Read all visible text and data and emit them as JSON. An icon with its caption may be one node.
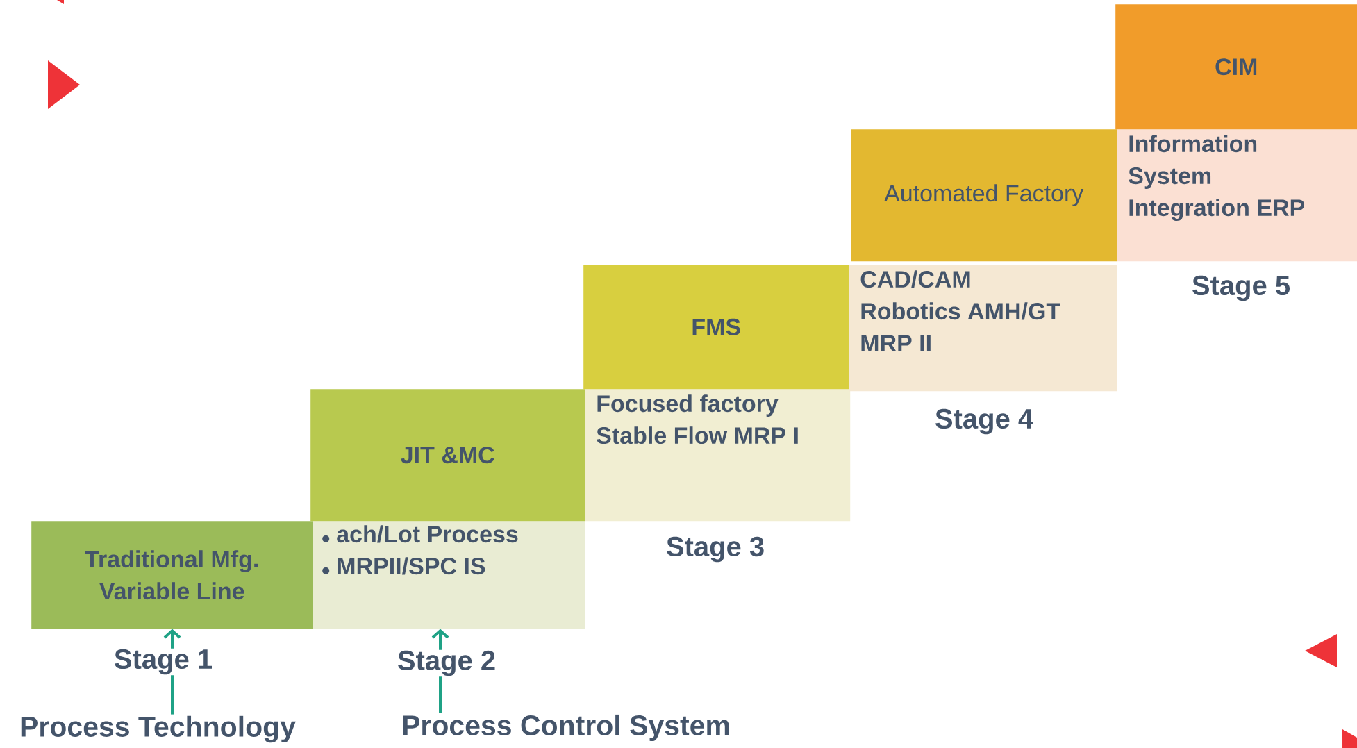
{
  "diagram": {
    "nodes": [
      {
        "text": [
          "Traditional Mfg. Variable Line"
        ],
        "beside": [
          "Stage 1"
        ]
      },
      {
        "text": [
          "ach/Lot Process",
          "MRPII/SPC  IS"
        ],
        "beside": [
          "Stage 2"
        ]
      },
      {
        "text": [
          "JIT &MC"
        ]
      },
      {
        "text": [
          "Focused factory",
          "Stable Flow  MRP I"
        ],
        "beside": [
          "Stage 3"
        ]
      },
      {
        "text": [
          "FMS"
        ]
      },
      {
        "text": [
          "CAD/CAM",
          "Robotics AMH/GT",
          "MRP II"
        ],
        "beside": [
          "Stage 4"
        ]
      },
      {
        "text": [
          "Automated Factory"
        ]
      },
      {
        "text": [
          "Information System Integration  ERP"
        ],
        "beside": [
          "Stage 5"
        ]
      },
      {
        "text": [
          "CIM"
        ]
      },
      {
        "text": [
          "Process Technology"
        ]
      },
      {
        "text": [
          "Process Control System"
        ]
      }
    ],
    "edges": [
      {
        "from": 9,
        "to": 0,
        "arrow": "to"
      },
      {
        "from": 10,
        "to": 1,
        "arrow": "to"
      }
    ]
  }
}
